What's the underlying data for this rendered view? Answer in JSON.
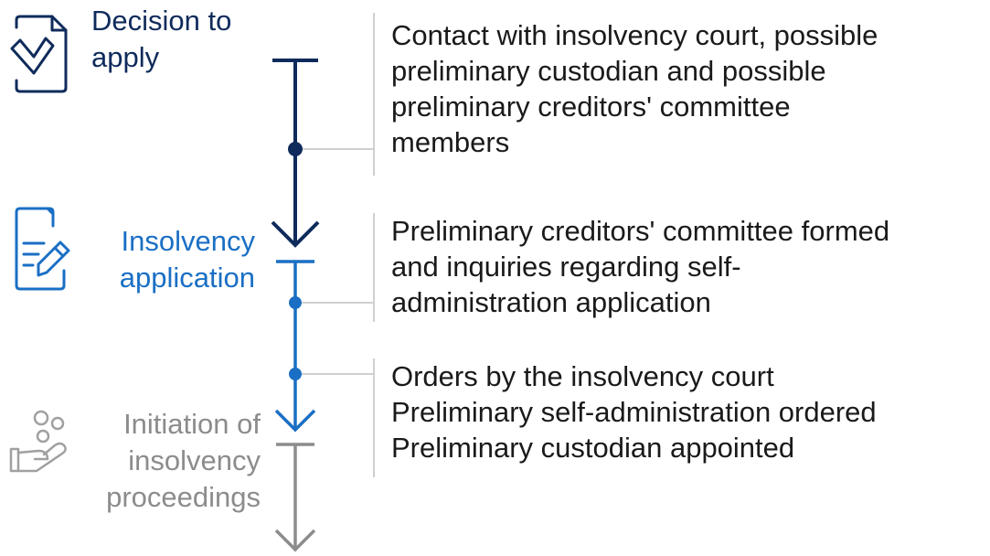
{
  "colors": {
    "dark_navy": "#0f2b5b",
    "medium_blue": "#1a6fc4",
    "gray": "#8c8c8c",
    "connector": "#cfcfcf",
    "text": "#1a1a1a"
  },
  "stages": [
    {
      "lines": [
        "Decision to",
        "apply"
      ],
      "icon": "document-check-icon",
      "color": "dark_navy"
    },
    {
      "lines": [
        "Insolvency",
        "application"
      ],
      "icon": "document-edit-icon",
      "color": "medium_blue"
    },
    {
      "lines": [
        "Initiation of",
        "insolvency",
        "proceedings"
      ],
      "icon": "hand-coins-icon",
      "color": "gray"
    }
  ],
  "descriptions": [
    {
      "lines": [
        "Contact with insolvency court, possible",
        "preliminary custodian and possible",
        "preliminary creditors' committee",
        "members"
      ]
    },
    {
      "lines": [
        "Preliminary creditors' committee formed",
        "and inquiries regarding self-",
        "administration application"
      ]
    },
    {
      "lines": [
        "Orders by the insolvency court",
        "Preliminary self-administration ordered",
        "Preliminary custodian appointed"
      ]
    }
  ]
}
